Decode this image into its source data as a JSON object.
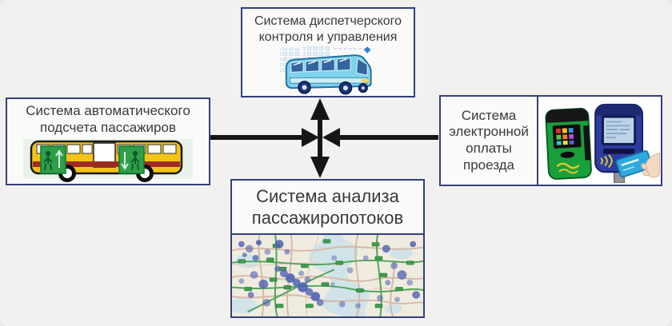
{
  "diagram": {
    "boxes": {
      "top": {
        "label": "Система диспетчерского контроля и управления",
        "image": "blue-coach-bus-illustration"
      },
      "left": {
        "label": "Система автоматического подсчета пассажиров",
        "image": "yellow-bus-passenger-counter-illustration"
      },
      "right": {
        "label": "Система электронной оплаты проезда",
        "image": "fare-payment-terminals-card-illustration"
      },
      "bottom": {
        "label": "Система анализа пассажиропотоков",
        "image": "passenger-flow-map-illustration"
      }
    },
    "connector": {
      "type": "four-way-arrow-hub",
      "color": "#161616"
    },
    "colors": {
      "page_background": "#f2f1ef",
      "box_background": "#fafaf9",
      "box_border": "#33407c",
      "text": "#3a3a3a"
    }
  }
}
